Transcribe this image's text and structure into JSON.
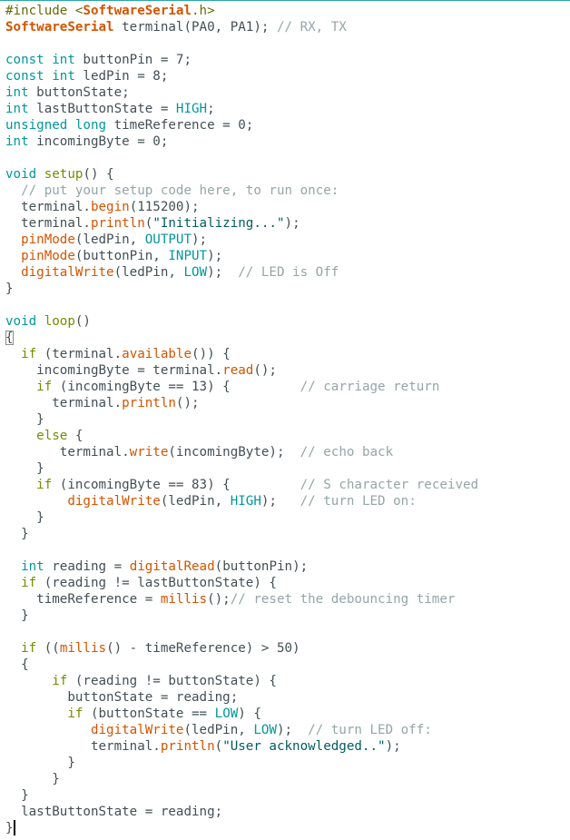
{
  "editor": {
    "lines": [
      [
        {
          "t": "#include <",
          "c": "pre"
        },
        {
          "t": "SoftwareSerial",
          "c": "cls"
        },
        {
          "t": ".h>",
          "c": "pre"
        }
      ],
      [
        {
          "t": "SoftwareSerial",
          "c": "cls"
        },
        {
          "t": " terminal(PA0, PA1); ",
          "c": ""
        },
        {
          "t": "// RX, TX",
          "c": "cm"
        }
      ],
      [],
      [
        {
          "t": "const",
          "c": "kw"
        },
        {
          "t": " ",
          "c": ""
        },
        {
          "t": "int",
          "c": "kw"
        },
        {
          "t": " buttonPin = 7;",
          "c": ""
        }
      ],
      [
        {
          "t": "const",
          "c": "kw"
        },
        {
          "t": " ",
          "c": ""
        },
        {
          "t": "int",
          "c": "kw"
        },
        {
          "t": " ledPin = 8;",
          "c": ""
        }
      ],
      [
        {
          "t": "int",
          "c": "kw"
        },
        {
          "t": " buttonState;",
          "c": ""
        }
      ],
      [
        {
          "t": "int",
          "c": "kw"
        },
        {
          "t": " lastButtonState = ",
          "c": ""
        },
        {
          "t": "HIGH",
          "c": "const"
        },
        {
          "t": ";",
          "c": ""
        }
      ],
      [
        {
          "t": "unsigned",
          "c": "kw"
        },
        {
          "t": " ",
          "c": ""
        },
        {
          "t": "long",
          "c": "kw"
        },
        {
          "t": " timeReference = 0;",
          "c": ""
        }
      ],
      [
        {
          "t": "int",
          "c": "kw"
        },
        {
          "t": " incomingByte = 0;",
          "c": ""
        }
      ],
      [],
      [
        {
          "t": "void",
          "c": "kw"
        },
        {
          "t": " ",
          "c": ""
        },
        {
          "t": "setup",
          "c": "kw2"
        },
        {
          "t": "() {",
          "c": ""
        }
      ],
      [
        {
          "t": "  ",
          "c": ""
        },
        {
          "t": "// put your setup code here, to run once:",
          "c": "cm"
        }
      ],
      [
        {
          "t": "  terminal.",
          "c": ""
        },
        {
          "t": "begin",
          "c": "fn"
        },
        {
          "t": "(115200);",
          "c": ""
        }
      ],
      [
        {
          "t": "  terminal.",
          "c": ""
        },
        {
          "t": "println",
          "c": "fn"
        },
        {
          "t": "(",
          "c": ""
        },
        {
          "t": "\"Initializing...\"",
          "c": "str"
        },
        {
          "t": ");",
          "c": ""
        }
      ],
      [
        {
          "t": "  ",
          "c": ""
        },
        {
          "t": "pinMode",
          "c": "fn"
        },
        {
          "t": "(ledPin, ",
          "c": ""
        },
        {
          "t": "OUTPUT",
          "c": "const"
        },
        {
          "t": ");",
          "c": ""
        }
      ],
      [
        {
          "t": "  ",
          "c": ""
        },
        {
          "t": "pinMode",
          "c": "fn"
        },
        {
          "t": "(buttonPin, ",
          "c": ""
        },
        {
          "t": "INPUT",
          "c": "const"
        },
        {
          "t": ");",
          "c": ""
        }
      ],
      [
        {
          "t": "  ",
          "c": ""
        },
        {
          "t": "digitalWrite",
          "c": "fn"
        },
        {
          "t": "(ledPin, ",
          "c": ""
        },
        {
          "t": "LOW",
          "c": "const"
        },
        {
          "t": ");  ",
          "c": ""
        },
        {
          "t": "// LED is Off",
          "c": "cm"
        }
      ],
      [
        {
          "t": "}",
          "c": ""
        }
      ],
      [],
      [
        {
          "t": "void",
          "c": "kw"
        },
        {
          "t": " ",
          "c": ""
        },
        {
          "t": "loop",
          "c": "kw2"
        },
        {
          "t": "()",
          "c": ""
        }
      ],
      [
        {
          "t": "{",
          "c": "boxed"
        }
      ],
      [
        {
          "t": "  ",
          "c": ""
        },
        {
          "t": "if",
          "c": "kw2"
        },
        {
          "t": " (terminal.",
          "c": ""
        },
        {
          "t": "available",
          "c": "fn"
        },
        {
          "t": "()) {",
          "c": ""
        }
      ],
      [
        {
          "t": "    incomingByte = terminal.",
          "c": ""
        },
        {
          "t": "read",
          "c": "fn"
        },
        {
          "t": "();",
          "c": ""
        }
      ],
      [
        {
          "t": "    ",
          "c": ""
        },
        {
          "t": "if",
          "c": "kw2"
        },
        {
          "t": " (incomingByte == 13) {         ",
          "c": ""
        },
        {
          "t": "// carriage return",
          "c": "cm"
        }
      ],
      [
        {
          "t": "      terminal.",
          "c": ""
        },
        {
          "t": "println",
          "c": "fn"
        },
        {
          "t": "();",
          "c": ""
        }
      ],
      [
        {
          "t": "    }",
          "c": ""
        }
      ],
      [
        {
          "t": "    ",
          "c": ""
        },
        {
          "t": "else",
          "c": "kw2"
        },
        {
          "t": " {",
          "c": ""
        }
      ],
      [
        {
          "t": "       terminal.",
          "c": ""
        },
        {
          "t": "write",
          "c": "fn"
        },
        {
          "t": "(incomingByte);  ",
          "c": ""
        },
        {
          "t": "// echo back",
          "c": "cm"
        }
      ],
      [
        {
          "t": "    }",
          "c": ""
        }
      ],
      [
        {
          "t": "    ",
          "c": ""
        },
        {
          "t": "if",
          "c": "kw2"
        },
        {
          "t": " (incomingByte == 83) {         ",
          "c": ""
        },
        {
          "t": "// S character received",
          "c": "cm"
        }
      ],
      [
        {
          "t": "        ",
          "c": ""
        },
        {
          "t": "digitalWrite",
          "c": "fn"
        },
        {
          "t": "(ledPin, ",
          "c": ""
        },
        {
          "t": "HIGH",
          "c": "const"
        },
        {
          "t": ");   ",
          "c": ""
        },
        {
          "t": "// turn LED on:",
          "c": "cm"
        }
      ],
      [
        {
          "t": "    }",
          "c": ""
        }
      ],
      [
        {
          "t": "  }",
          "c": ""
        }
      ],
      [],
      [
        {
          "t": "  ",
          "c": ""
        },
        {
          "t": "int",
          "c": "kw"
        },
        {
          "t": " reading = ",
          "c": ""
        },
        {
          "t": "digitalRead",
          "c": "fn"
        },
        {
          "t": "(buttonPin);",
          "c": ""
        }
      ],
      [
        {
          "t": "  ",
          "c": ""
        },
        {
          "t": "if",
          "c": "kw2"
        },
        {
          "t": " (reading != lastButtonState) {",
          "c": ""
        }
      ],
      [
        {
          "t": "    timeReference = ",
          "c": ""
        },
        {
          "t": "millis",
          "c": "fn"
        },
        {
          "t": "();",
          "c": ""
        },
        {
          "t": "// reset the debouncing timer",
          "c": "cm"
        }
      ],
      [
        {
          "t": "  }",
          "c": ""
        }
      ],
      [],
      [
        {
          "t": "  ",
          "c": ""
        },
        {
          "t": "if",
          "c": "kw2"
        },
        {
          "t": " ((",
          "c": ""
        },
        {
          "t": "millis",
          "c": "fn"
        },
        {
          "t": "() - timeReference) > 50)",
          "c": ""
        }
      ],
      [
        {
          "t": "  {",
          "c": ""
        }
      ],
      [
        {
          "t": "      ",
          "c": ""
        },
        {
          "t": "if",
          "c": "kw2"
        },
        {
          "t": " (reading != buttonState) {",
          "c": ""
        }
      ],
      [
        {
          "t": "        buttonState = reading;",
          "c": ""
        }
      ],
      [
        {
          "t": "        ",
          "c": ""
        },
        {
          "t": "if",
          "c": "kw2"
        },
        {
          "t": " (buttonState == ",
          "c": ""
        },
        {
          "t": "LOW",
          "c": "const"
        },
        {
          "t": ") {",
          "c": ""
        }
      ],
      [
        {
          "t": "           ",
          "c": ""
        },
        {
          "t": "digitalWrite",
          "c": "fn"
        },
        {
          "t": "(ledPin, ",
          "c": ""
        },
        {
          "t": "LOW",
          "c": "const"
        },
        {
          "t": ");  ",
          "c": ""
        },
        {
          "t": "// turn LED off:",
          "c": "cm"
        }
      ],
      [
        {
          "t": "           terminal.",
          "c": ""
        },
        {
          "t": "println",
          "c": "fn"
        },
        {
          "t": "(",
          "c": ""
        },
        {
          "t": "\"User acknowledged..\"",
          "c": "str"
        },
        {
          "t": ");",
          "c": ""
        }
      ],
      [
        {
          "t": "        }",
          "c": ""
        }
      ],
      [
        {
          "t": "      }",
          "c": ""
        }
      ],
      [
        {
          "t": "  }",
          "c": ""
        }
      ],
      [
        {
          "t": "  lastButtonState = reading;",
          "c": ""
        }
      ],
      [
        {
          "t": "}",
          "c": ""
        },
        {
          "t": "",
          "c": "caret"
        }
      ]
    ],
    "colors": {
      "text": "#434f54",
      "keyword": "#00979c",
      "function_keyword": "#728e00",
      "function": "#d35400",
      "comment": "#95a5a6",
      "string": "#005c5f",
      "preprocessor": "#5e6d03",
      "top_border": "#2aa6a6"
    }
  }
}
